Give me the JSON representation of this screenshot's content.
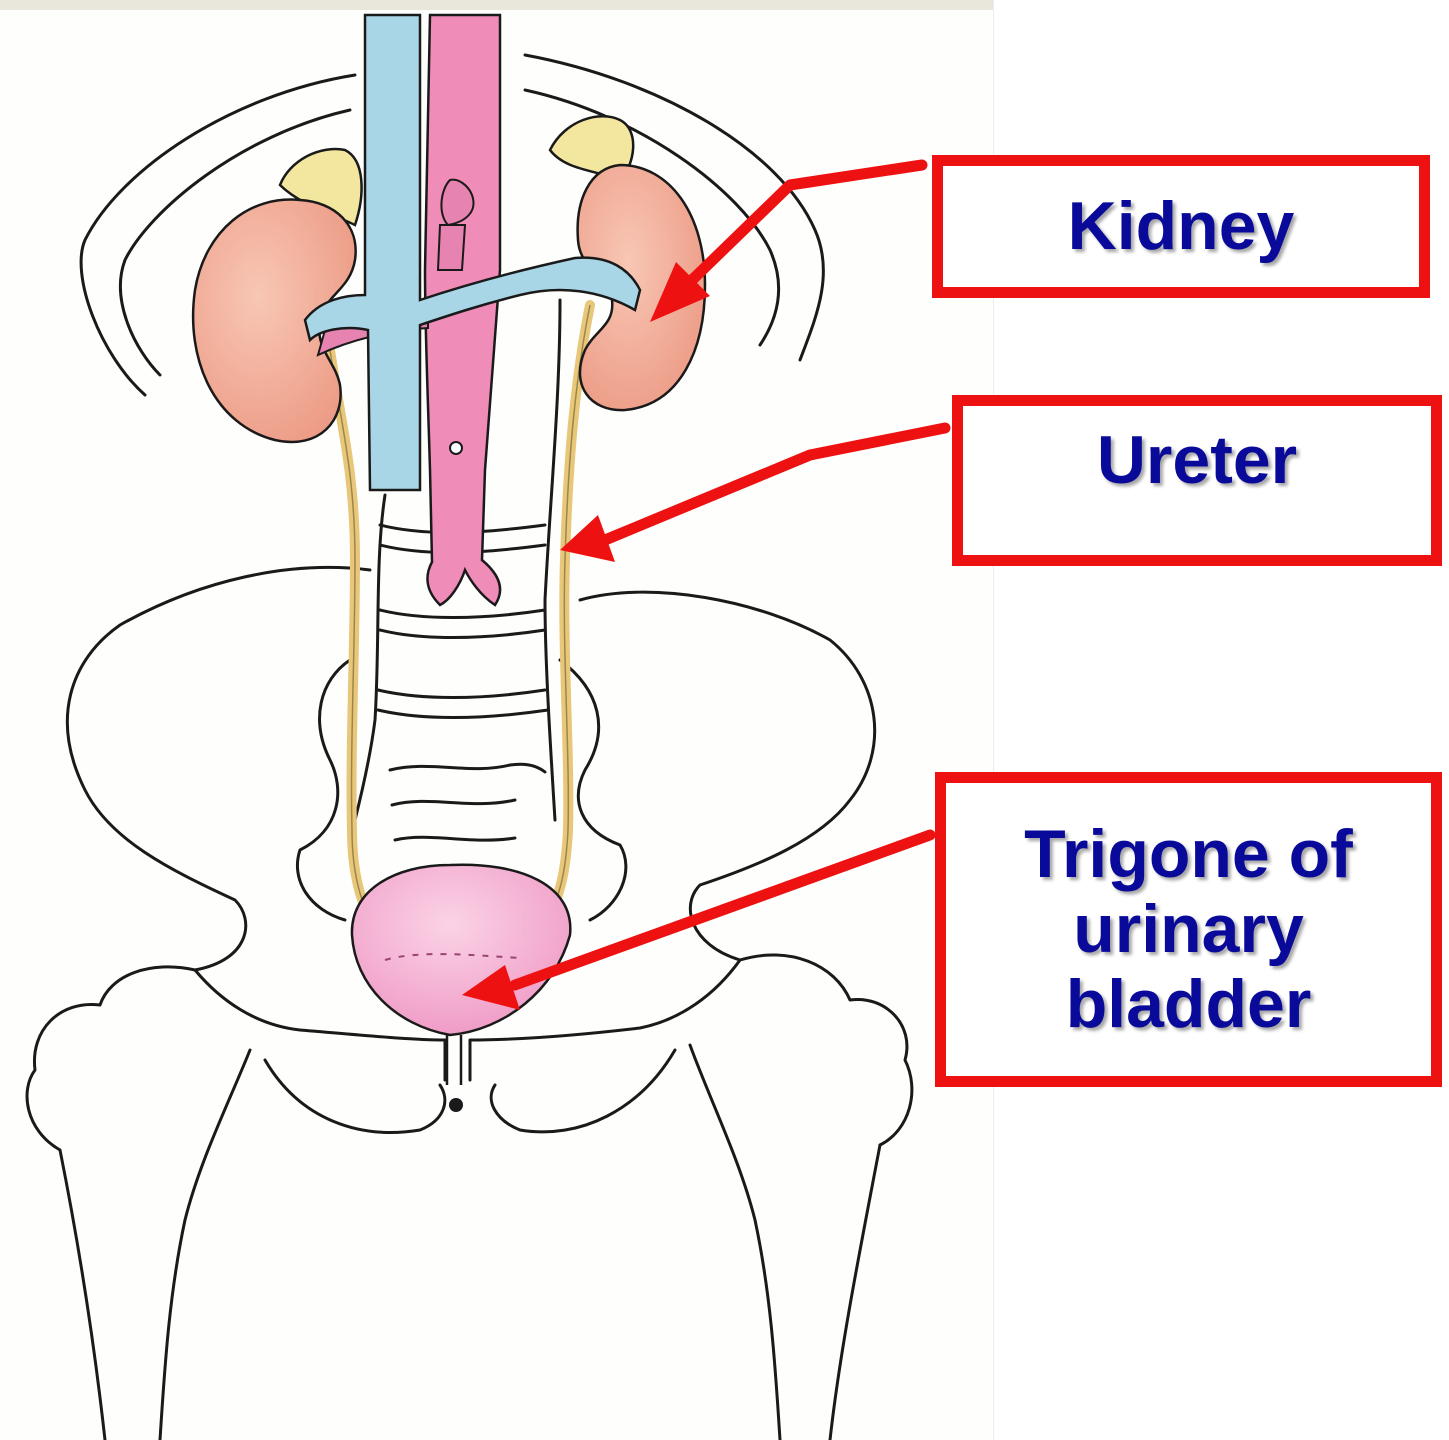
{
  "labels": {
    "kidney": "Kidney",
    "ureter": "Ureter",
    "trigone": "Trigone of\nurinary\nbladder"
  },
  "colors": {
    "box_border": "#ee1111",
    "label_text": "#0a0a9a",
    "arrow": "#ee1111",
    "kidney": "#f2a890",
    "adrenal": "#f3e7a0",
    "vena_cava": "#a9d6e6",
    "aorta": "#f08cb8",
    "bladder": "#f5aed2",
    "ureter": "#e8c77a"
  }
}
